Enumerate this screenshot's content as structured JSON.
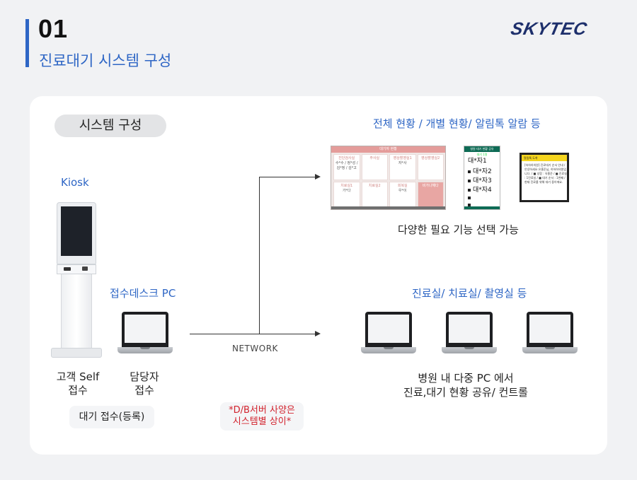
{
  "header": {
    "page_number": "01",
    "title": "진료대기 시스템 구성",
    "logo": "SKYTEC",
    "accent_color": "#2e66c5"
  },
  "section_pill": "시스템 구성",
  "left": {
    "kiosk_label": "Kiosk",
    "desk_label": "접수데스크 PC",
    "kiosk_caption_line1": "고객 Self",
    "kiosk_caption_line2": "접수",
    "desk_caption_line1": "담당자",
    "desk_caption_line2": "접수",
    "register_box": "대기 접수(등록)",
    "db_note_line1": "*D/B서버 사양은",
    "db_note_line2": "시스템별 상이*",
    "note_color": "#d2222d"
  },
  "network_label": "NETWORK",
  "right": {
    "top_label": "전체 현황 / 개별 현황/ 알림톡 알람 등",
    "function_label": "다양한 필요 기능 선택 가능",
    "mid_label": "진료실/ 치료실/ 촬영실 등",
    "bottom_line1": "병원 내 다중 PC 에서",
    "bottom_line2": "진료,대기 현황 공유/ 컨트롤"
  },
  "dashboard": {
    "title": "대기자 현황",
    "cells": [
      {
        "title": "진단검사실",
        "sub": "수*수 / 정*성 / 김*정 / 김*고"
      },
      {
        "title": "주사실",
        "sub": ""
      },
      {
        "title": "영상촬영실1",
        "sub": "자*사"
      },
      {
        "title": "영상촬영실2",
        "sub": ""
      },
      {
        "title": "치료실1",
        "sub": "가*다"
      },
      {
        "title": "치료실2",
        "sub": ""
      },
      {
        "title": "회복실",
        "sub": "우*이"
      },
      {
        "title": "비가나해다",
        "sub": ""
      }
    ]
  },
  "phone": {
    "header": "병원 대기 현황 공유",
    "tabs": "대기  1명",
    "rows": [
      "대*자1",
      "대*자2",
      "대*자3",
      "대*자4"
    ]
  },
  "notice": {
    "header": "알림톡 도착",
    "body": "[하하하의원] 진료대기 순서 안내 / 안녕하세요 유홍준님, 하하하의원입니다. / ■ 성함 : 유홍준 / ■ 진료실 : 1진료실 / ■ 대기 순서 : 1번째 / 현재 진료를 위해 대기 중이에요."
  }
}
